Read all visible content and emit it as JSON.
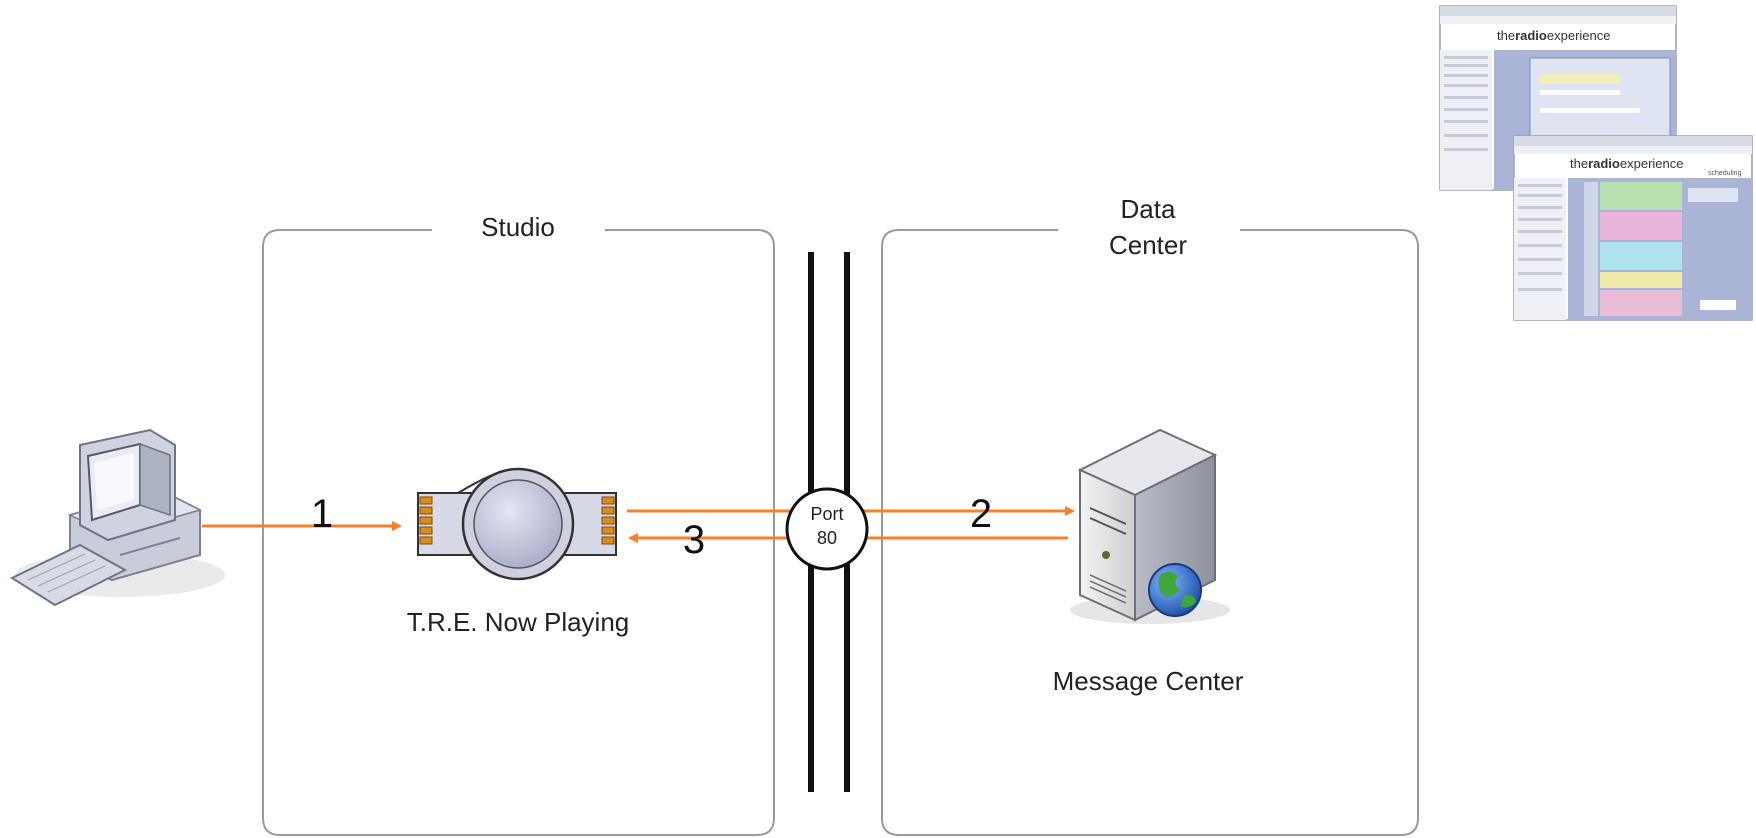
{
  "zones": {
    "studio": {
      "title": "Studio"
    },
    "data_center": {
      "title_line1": "Data",
      "title_line2": "Center"
    }
  },
  "nodes": {
    "client_pc": {
      "icon": "desktop-computer-icon"
    },
    "now_playing": {
      "label": "T.R.E. Now Playing",
      "icon": "adapter-icon"
    },
    "message_center": {
      "label": "Message Center",
      "icon": "server-globe-icon"
    },
    "port": {
      "line1": "Port",
      "line2": "80"
    }
  },
  "flows": [
    {
      "step": "1",
      "from": "client_pc",
      "to": "now_playing"
    },
    {
      "step": "2",
      "from": "now_playing",
      "to": "message_center"
    },
    {
      "step": "3",
      "from": "message_center",
      "to": "now_playing"
    }
  ],
  "screenshots": {
    "back": {
      "brand_prefix": "the",
      "brand_bold": "radio",
      "brand_suffix": "experience"
    },
    "front": {
      "brand_prefix": "the",
      "brand_bold": "radio",
      "brand_suffix": "experience",
      "section": "scheduling"
    }
  },
  "colors": {
    "arrow": "#f7812b",
    "zone_border": "#9a9a9a",
    "firewall": "#111111"
  }
}
